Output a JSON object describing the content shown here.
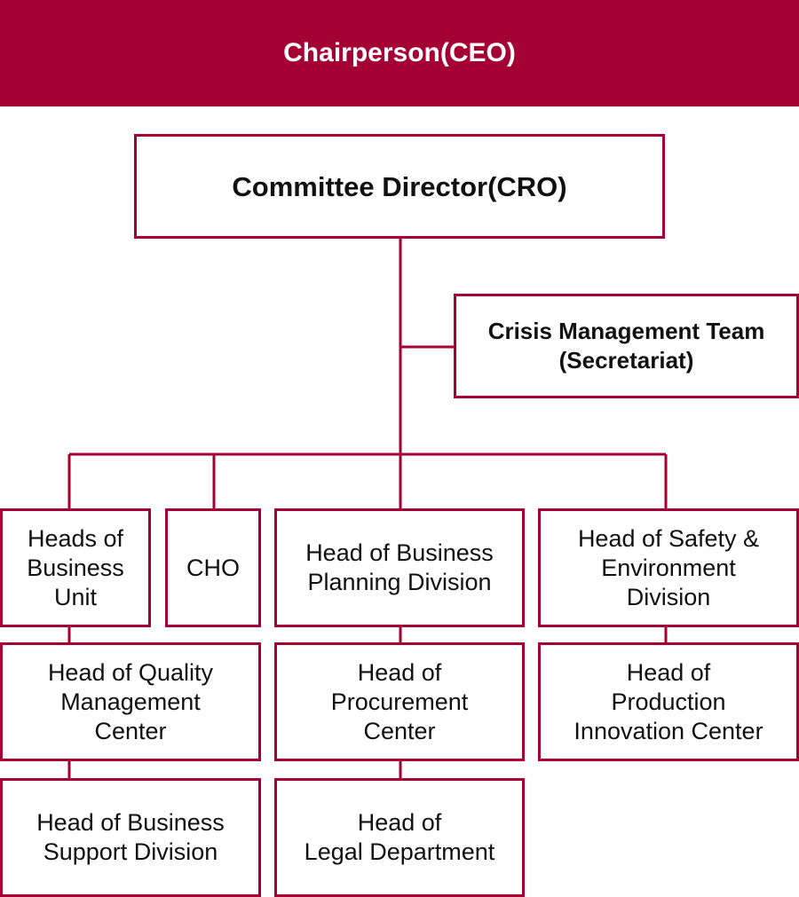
{
  "header": {
    "title": "Chairperson(CEO)"
  },
  "nodes": {
    "committee_director": "Committee Director(CRO)",
    "crisis_team": "Crisis Management Team\n(Secretariat)",
    "heads_business_unit": "Heads of\nBusiness\nUnit",
    "cho": "CHO",
    "business_planning": "Head of Business\nPlanning Division",
    "safety_environment": "Head of Safety &\nEnvironment\nDivision",
    "quality_management": "Head of Quality\nManagement\nCenter",
    "procurement": "Head of\nProcurement\nCenter",
    "production_innovation": "Head of\nProduction\nInnovation Center",
    "business_support": "Head of Business\nSupport Division",
    "legal_department": "Head of\nLegal Department"
  },
  "colors": {
    "accent": "#a50034",
    "text": "#111111",
    "background": "#ffffff"
  }
}
